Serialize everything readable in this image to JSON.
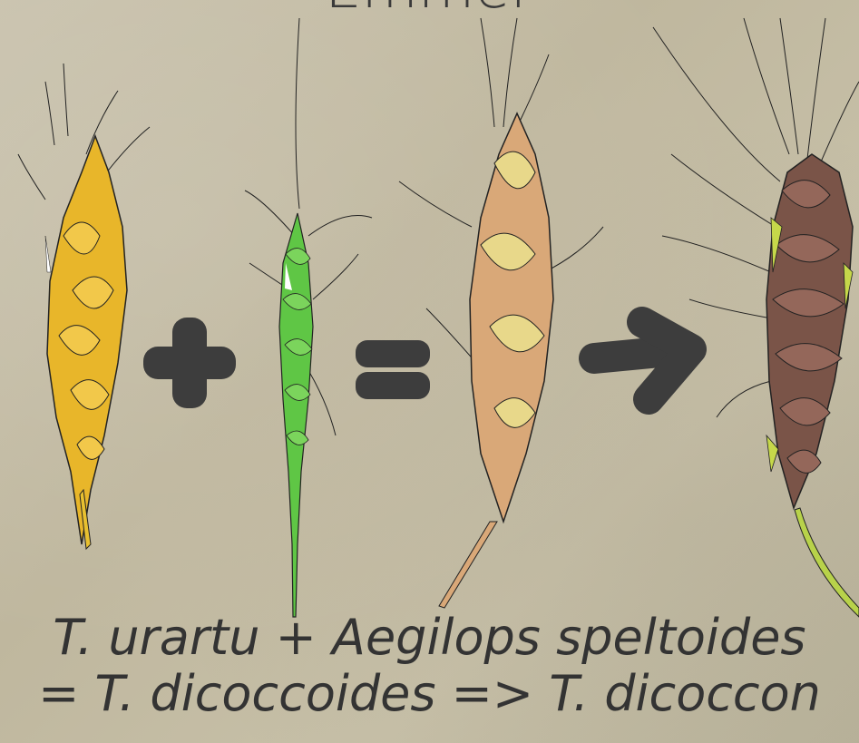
{
  "title": "Emmer",
  "operators": {
    "plus": "+",
    "equals": "=",
    "arrow": "→"
  },
  "caption": {
    "line1": "T. urartu + Aegilops speltoides",
    "line2": "= T. dicoccoides => T. dicoccon"
  },
  "colors": {
    "background": "#c4bda6",
    "operator": "#3d3d3d",
    "urartu": "#e8b62a",
    "speltoides": "#5fc645",
    "dicoccoides": "#d9a878",
    "dicoccon": "#7a5448"
  }
}
